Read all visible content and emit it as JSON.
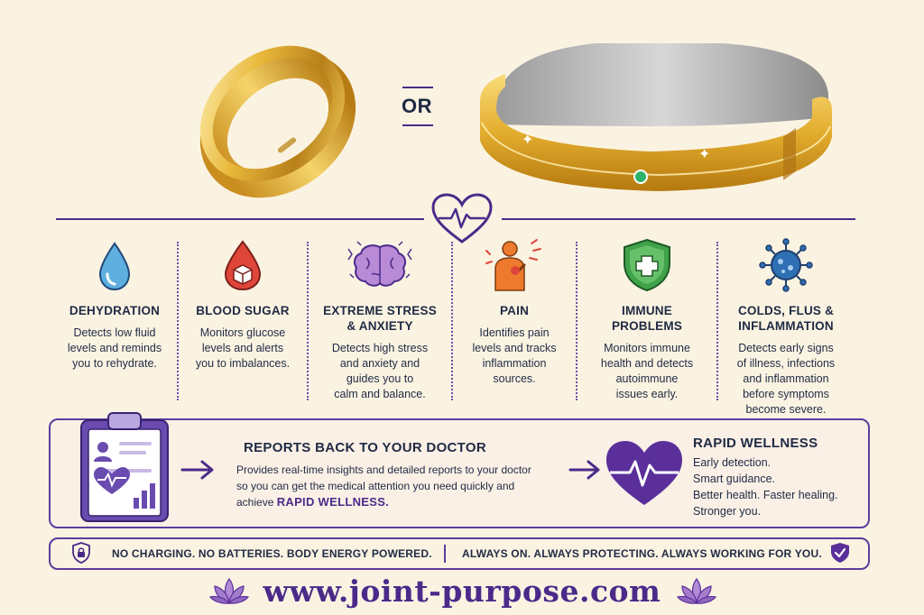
{
  "header": {
    "or_text": "OR"
  },
  "conditions": [
    {
      "icon": "water-drop-icon",
      "title_lines": [
        "DEHYDRATION"
      ],
      "desc_lines": [
        "Detects low fluid",
        "levels and reminds",
        "you to rehydrate."
      ]
    },
    {
      "icon": "blood-sugar-drop-icon",
      "title_lines": [
        "BLOOD SUGAR"
      ],
      "desc_lines": [
        "Monitors glucose",
        "levels and alerts",
        "you to imbalances."
      ]
    },
    {
      "icon": "brain-icon",
      "title_lines": [
        "EXTREME STRESS",
        "& ANXIETY"
      ],
      "desc_lines": [
        "Detects high stress",
        "and anxiety and",
        "guides you to",
        "calm and balance."
      ]
    },
    {
      "icon": "pain-person-icon",
      "title_lines": [
        "PAIN"
      ],
      "desc_lines": [
        "Identifies pain",
        "levels and tracks",
        "inflammation",
        "sources."
      ]
    },
    {
      "icon": "shield-cross-icon",
      "title_lines": [
        "IMMUNE",
        "PROBLEMS"
      ],
      "desc_lines": [
        "Monitors immune",
        "health and detects",
        "autoimmune",
        "issues early."
      ]
    },
    {
      "icon": "virus-icon",
      "title_lines": [
        "COLDS, FLUS &",
        "INFLAMMATION"
      ],
      "desc_lines": [
        "Detects early signs",
        "of illness, infections",
        "and inflammation",
        "before symptoms",
        "become severe."
      ]
    }
  ],
  "report": {
    "title": "REPORTS BACK TO YOUR DOCTOR",
    "desc_line1": "Provides real-time insights and detailed reports to your doctor",
    "desc_line2": "so you can get the medical attention you need quickly and",
    "desc_line3_prefix": "achieve ",
    "desc_highlight": "RAPID WELLNESS."
  },
  "wellness": {
    "title": "RAPID WELLNESS",
    "lines": [
      "Early detection.",
      "Smart guidance.",
      "Better health. Faster healing.",
      "Stronger you."
    ]
  },
  "strip": {
    "left_text": "NO CHARGING. NO BATTERIES. BODY ENERGY POWERED.",
    "right_text": "ALWAYS ON. ALWAYS PROTECTING. ALWAYS WORKING FOR YOU."
  },
  "footer": {
    "website": "www.joint-purpose.com"
  },
  "colors": {
    "background": "#fbf3e2",
    "accent_purple": "#4b2a8a",
    "text_navy": "#1f2a44",
    "gold": "#e2b23a",
    "water_blue": "#5fb0e0",
    "blood_red": "#e0453a",
    "immune_green": "#3fa24a",
    "virus_blue": "#2f6fb3",
    "pain_orange": "#ee7a2e"
  }
}
